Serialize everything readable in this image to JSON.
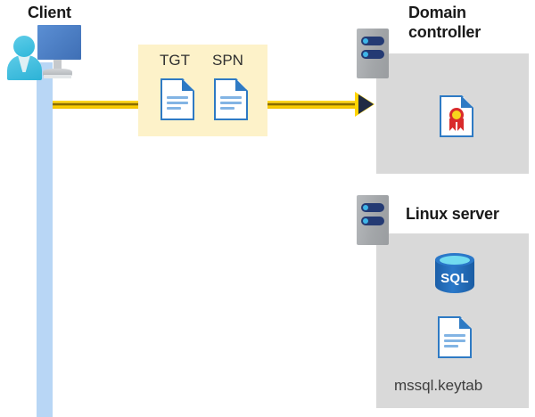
{
  "diagram": {
    "title_client": "Client",
    "title_domain_controller": "Domain\ncontroller",
    "title_linux_server": "Linux server",
    "message_tags": [
      {
        "label": "TGT",
        "icon": "document-icon"
      },
      {
        "label": "SPN",
        "icon": "document-icon"
      }
    ],
    "domain_controller": {
      "server_icon": "server-rack-icon",
      "contents": [
        {
          "icon": "certificate-document-icon",
          "label": ""
        }
      ]
    },
    "linux_server": {
      "server_icon": "server-rack-icon",
      "contents": [
        {
          "icon": "sql-database-icon",
          "label": "SQL"
        },
        {
          "icon": "document-icon",
          "label": "mssql.keytab"
        }
      ]
    },
    "keytab_label": "mssql.keytab",
    "sql_label": "SQL",
    "flow": {
      "direction": "client-to-domain-controller",
      "arrow_icon": "right-arrow-icon",
      "lifeline_icon": "client-lifeline-bar"
    },
    "colors": {
      "arrow": "#ffd400",
      "arrow_head_fill": "#1f2a44",
      "message_box": "#fdf2c9",
      "panel": "#d9d9d9",
      "lifeline": "#b8d6f5",
      "document_border": "#2e7ac4",
      "server_bay": "#243a73",
      "server_led": "#3fb5e8",
      "sql_blue": "#2b79c9",
      "seal_gold": "#f7d51d",
      "seal_red": "#d92b2b",
      "title_text": "#1a1a1a",
      "label_text": "#3d3d3d"
    }
  }
}
